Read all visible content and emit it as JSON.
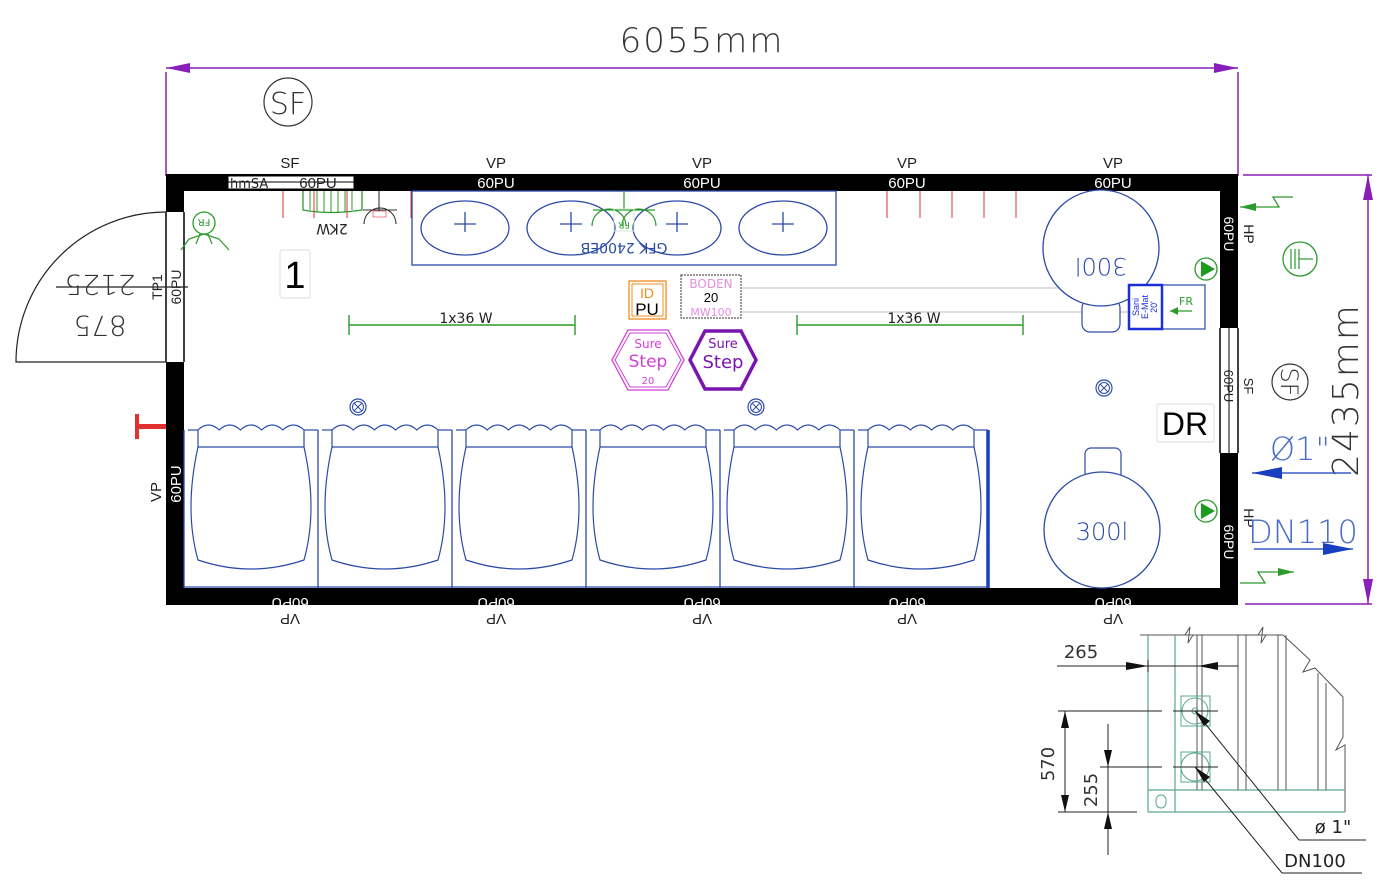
{
  "dimensions": {
    "width_label": "6055mm",
    "depth_label": "2435mm"
  },
  "symbols": {
    "sf_circle": "SF",
    "room_number": "1",
    "dr_label": "DR"
  },
  "wall_labels": {
    "top": [
      {
        "type": "SF",
        "rating": "60PU",
        "overlay": "hmSA"
      },
      {
        "type": "VP",
        "rating": "60PU"
      },
      {
        "type": "VP",
        "rating": "60PU"
      },
      {
        "type": "VP",
        "rating": "60PU"
      },
      {
        "type": "VP",
        "rating": "60PU"
      }
    ],
    "bottom": [
      {
        "type": "VP",
        "rating": "60PU"
      },
      {
        "type": "VP",
        "rating": "60PU"
      },
      {
        "type": "VP",
        "rating": "60PU"
      },
      {
        "type": "VP",
        "rating": "60PU"
      },
      {
        "type": "VP",
        "rating": "60PU"
      }
    ],
    "left_door": {
      "type": "TP1",
      "rating": "60PU"
    },
    "left_lower": {
      "type": "VP",
      "rating": "60PU"
    },
    "right_upper": {
      "type": "HP",
      "rating": "60PU"
    },
    "right_window": {
      "type": "SF",
      "rating": "60PU"
    },
    "right_lower": {
      "type": "HP",
      "rating": "60PU"
    }
  },
  "door": {
    "height": "2125",
    "width": "875"
  },
  "fixtures": {
    "heater_label": "2KW",
    "sink_label": "GFK 2400EB",
    "fr_label": "FR",
    "light_left": "1x36  W",
    "light_right": "1x36  W",
    "tank_top": "300l",
    "tank_bottom": "300l",
    "id_box": {
      "top": "ID",
      "bottom": "PU"
    },
    "floor_box": {
      "top": "BODEN",
      "middle": "20",
      "bottom": "MW100"
    },
    "surestep_1": {
      "line1": "Sure",
      "line2": "Step",
      "line3": "20"
    },
    "surestep_2": {
      "line1": "Sure",
      "line2": "Step"
    },
    "sani_box": {
      "line1": "Sani",
      "line2": "E-Mat",
      "line3": "20'"
    },
    "fr_small": "FR"
  },
  "connections": {
    "water_in": "Ø1\"",
    "drain_out": "DN110"
  },
  "detail": {
    "dim_265": "265",
    "dim_570": "570",
    "dim_255": "255",
    "pipe_small": "ø 1\"",
    "pipe_large": "DN100"
  },
  "colors": {
    "dimension": "#8a1fb8",
    "wall": "#000000",
    "fixture": "#2a4aa8",
    "electrical": "#2b9b2b",
    "heater": "#e03030",
    "id_box": "#f08c1e",
    "floor_box": "#e58ce0",
    "surestep_pink": "#d43fd4",
    "surestep_purple": "#7a14b0",
    "detail": "#5aa88e"
  }
}
